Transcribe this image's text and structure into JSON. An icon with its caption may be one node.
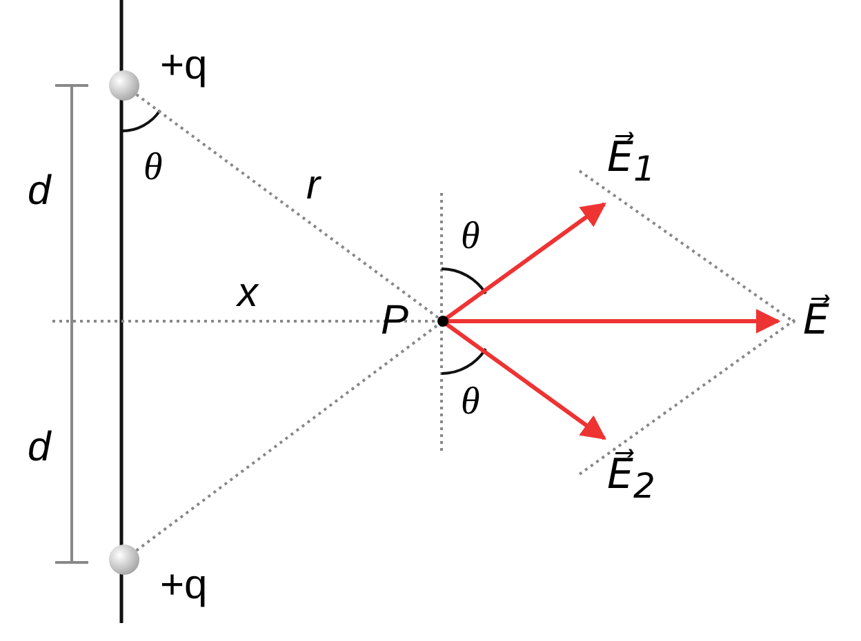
{
  "diagram": {
    "nodes": [
      {
        "text": [],
        "shape": "circle",
        "beside": [
          "+q"
        ]
      },
      {
        "text": [],
        "shape": "circle",
        "beside": [
          "+q"
        ]
      },
      {
        "text": [],
        "shape": "circle",
        "beside": [
          "P"
        ]
      }
    ],
    "edges": [
      {
        "from": 0,
        "to": 2,
        "arrow": "none",
        "style": "dashed",
        "label": "r"
      },
      {
        "from": 1,
        "to": 2,
        "arrow": "none",
        "style": "dashed"
      }
    ],
    "labels": [
      "d",
      "θ",
      "E⃗$_{1}$",
      "θ",
      "x",
      "E⃗",
      "d",
      "θ",
      "E⃗$_{2}$"
    ]
  }
}
